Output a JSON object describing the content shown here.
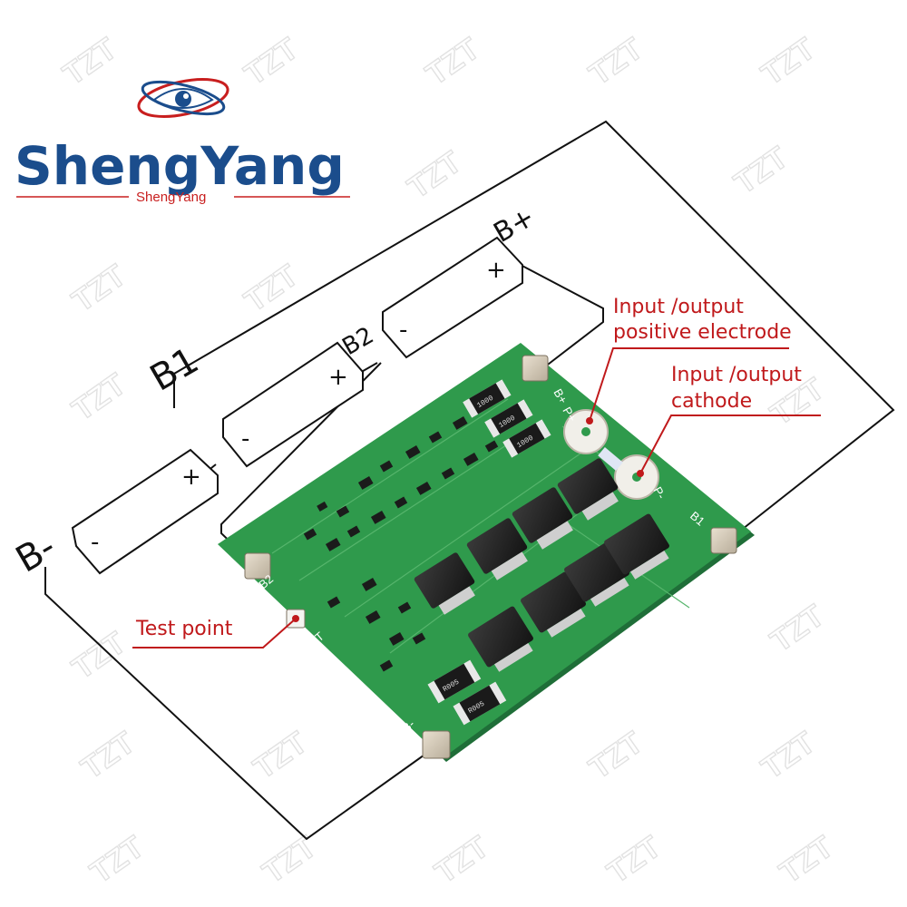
{
  "logo": {
    "brand": "ShengYang",
    "sub": "ShengYang"
  },
  "watermark": "TZT",
  "terminals": {
    "b_minus": "B-",
    "b1": "B1",
    "b2": "B2",
    "b_plus": "B+"
  },
  "cell_signs": {
    "plus": "+",
    "minus": "-"
  },
  "annotations": {
    "positive_line1": "Input /output",
    "positive_line2": "positive electrode",
    "cathode_line1": "Input /output",
    "cathode_line2": "cathode",
    "test_point": "Test point"
  },
  "board_silkscreen": {
    "b_plus": "B+",
    "p_plus": "P+",
    "p_minus": "P-",
    "b1": "B1",
    "b2": "B2",
    "b_minus": "B-",
    "t": "T"
  },
  "resistors": {
    "r1": "1000",
    "r2": "1000",
    "r3": "1000",
    "r4": "R005",
    "r5": "R005"
  },
  "colors": {
    "board": "#2f9a4c",
    "brand_blue": "#1b4d8c",
    "annotation_red": "#c0191b"
  }
}
